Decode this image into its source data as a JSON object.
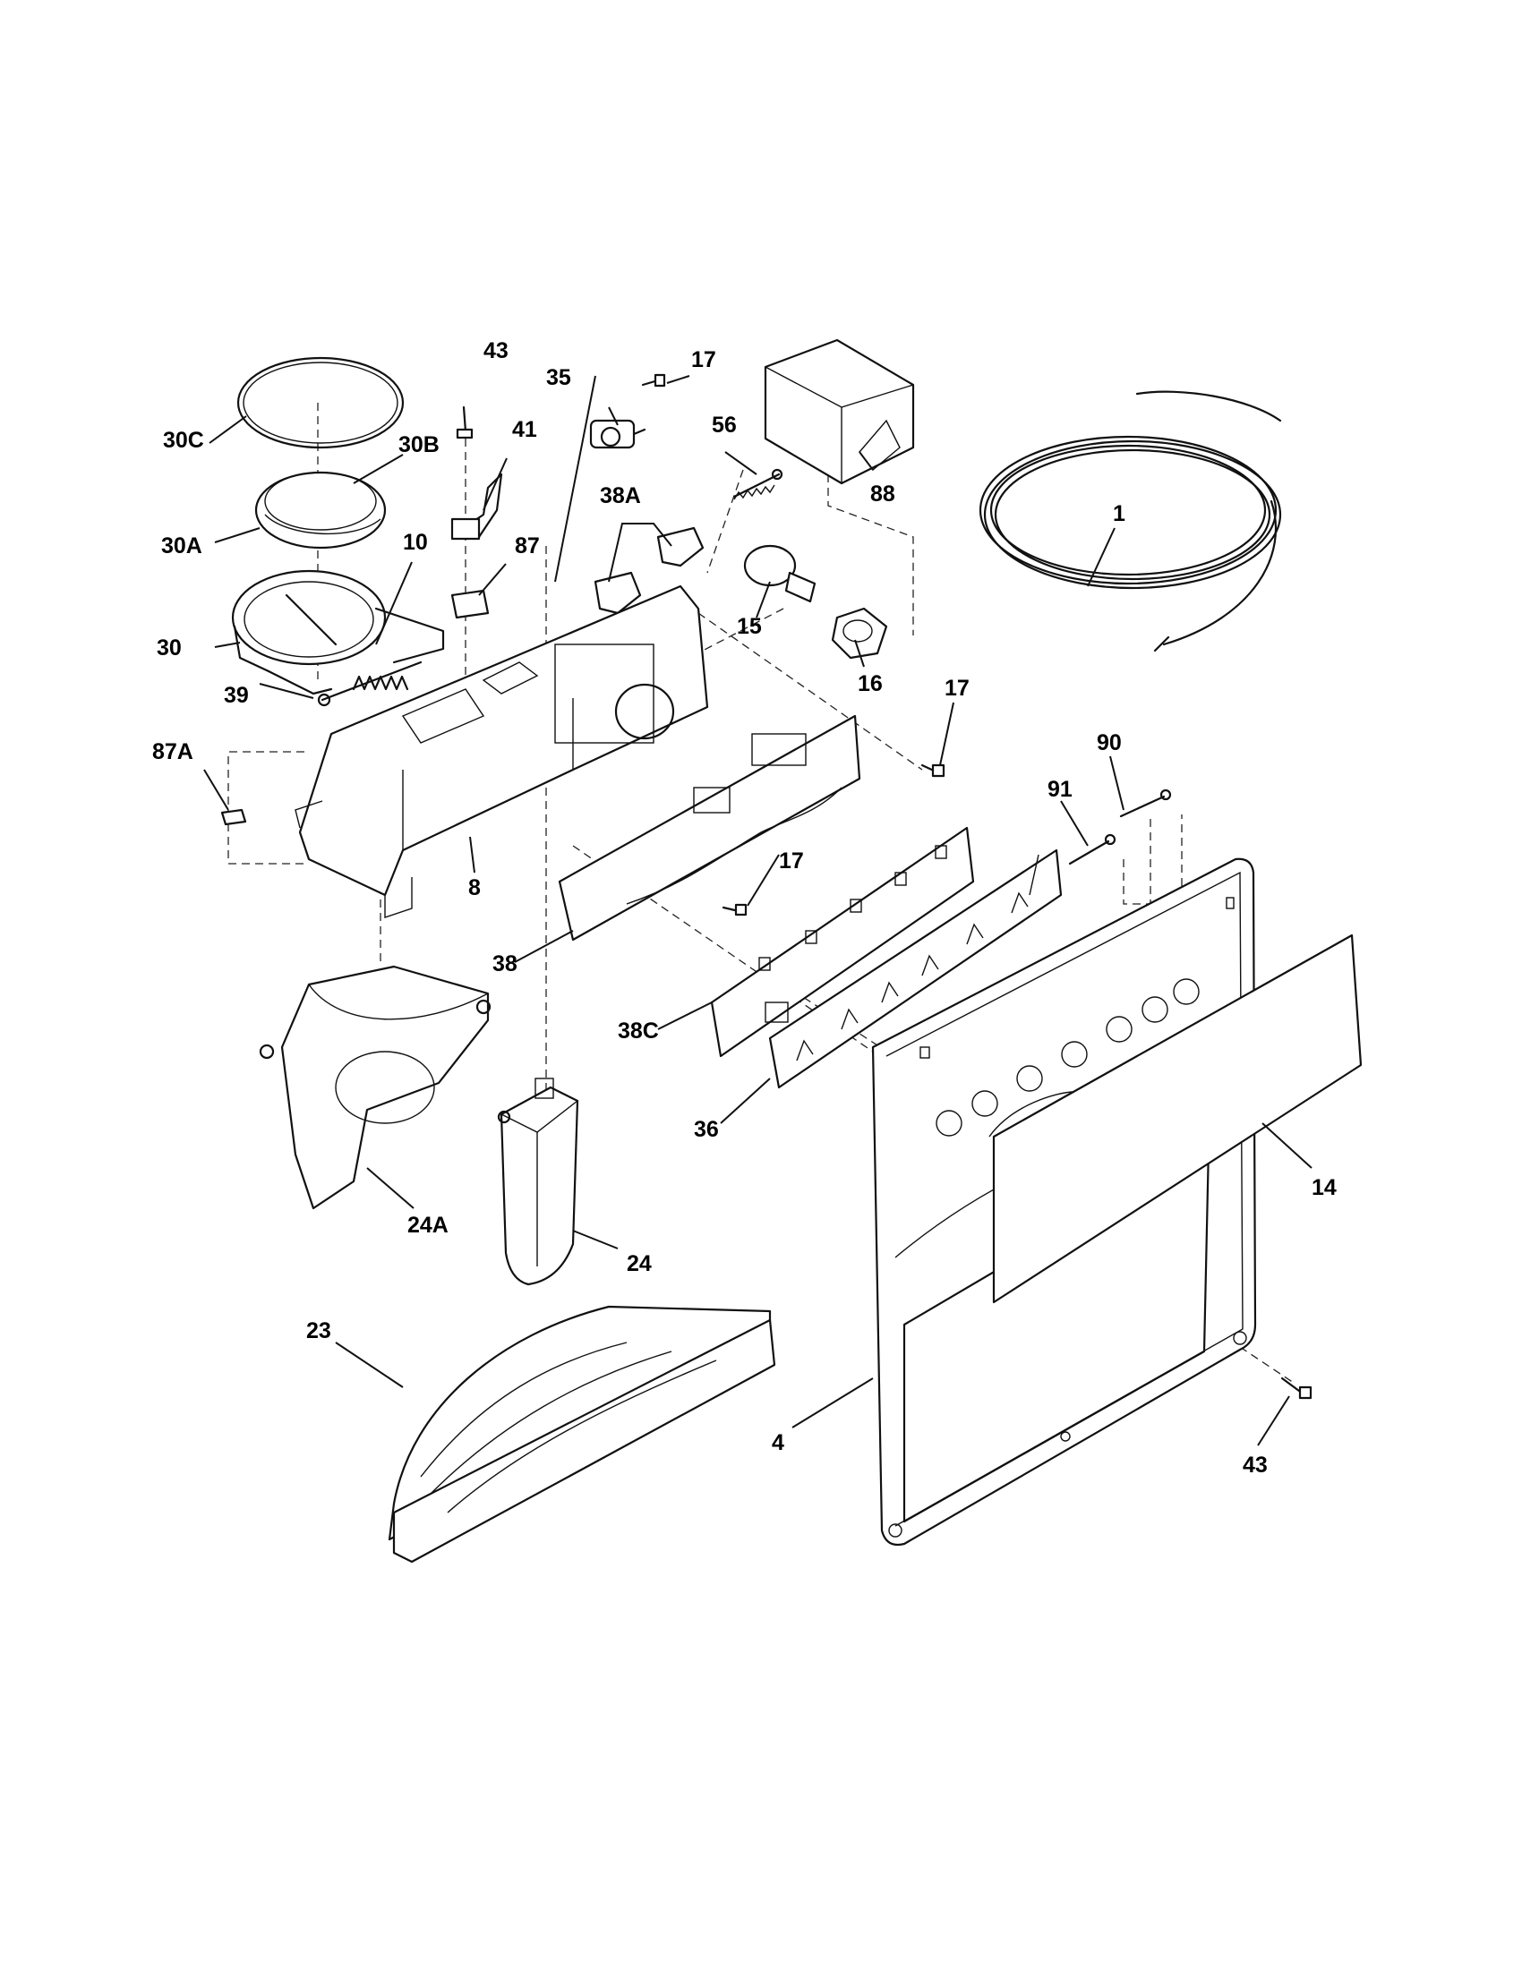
{
  "callouts": {
    "c43a": "43",
    "c35": "35",
    "c17a": "17",
    "c30c": "30C",
    "c30b": "30B",
    "c41": "41",
    "c56": "56",
    "c88": "88",
    "c1": "1",
    "c38a": "38A",
    "c30a": "30A",
    "c10": "10",
    "c87": "87",
    "c15": "15",
    "c30": "30",
    "c16": "16",
    "c39": "39",
    "c17b": "17",
    "c87a": "87A",
    "c90": "90",
    "c91": "91",
    "c8": "8",
    "c17c": "17",
    "c38": "38",
    "c38c": "38C",
    "c36": "36",
    "c14": "14",
    "c24a": "24A",
    "c24": "24",
    "c23": "23",
    "c4": "4",
    "c43b": "43"
  }
}
